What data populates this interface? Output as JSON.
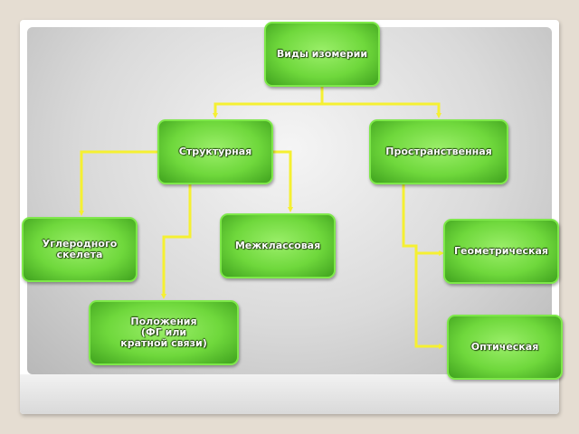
{
  "diagram": {
    "nodes": {
      "root": "Виды изомерии",
      "structural": "Структурная",
      "spatial": "Пространственная",
      "carbon_skeleton": "Углеродного\nскелета",
      "interclass": "Межклассовая",
      "geometric": "Геометрическая",
      "position": "Положения\n(ФГ или\nкратной связи)",
      "optical": "Оптическая"
    },
    "colors": {
      "node_fill": "#6fd83c",
      "node_border": "#7ee84a",
      "connector": "#f5f032",
      "node_text": "#ffffff"
    }
  }
}
